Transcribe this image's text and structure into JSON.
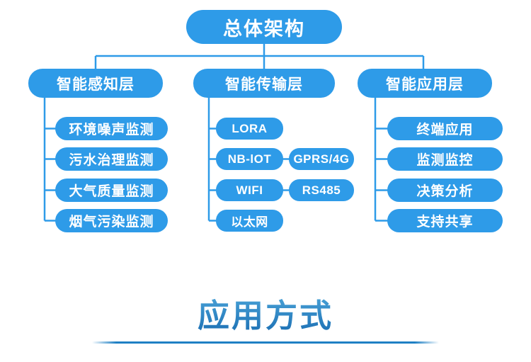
{
  "diagram": {
    "root": {
      "label": "总体架构"
    },
    "columns": [
      {
        "layer": "智能感知层",
        "items": [
          "环境噪声监测",
          "污水治理监测",
          "大气质量监测",
          "烟气污染监测"
        ]
      },
      {
        "layer": "智能传输层",
        "items": [
          "LORA",
          "NB-lOT",
          "WIFI",
          "以太网"
        ],
        "side_items": [
          "GPRS/4G",
          "RS485"
        ]
      },
      {
        "layer": "智能应用层",
        "items": [
          "终端应用",
          "监测监控",
          "决策分析",
          "支持共享"
        ]
      }
    ]
  },
  "section": {
    "title": "应用方式"
  },
  "colors": {
    "node_blue": "#2E9BE8",
    "connector_blue": "#2E9BE8",
    "heading_gradient_top": "#4FA9DC",
    "heading_gradient_bottom": "#1A6DB2",
    "divider_blue": "#1F80C4",
    "node_text": "#FFFFFF"
  }
}
